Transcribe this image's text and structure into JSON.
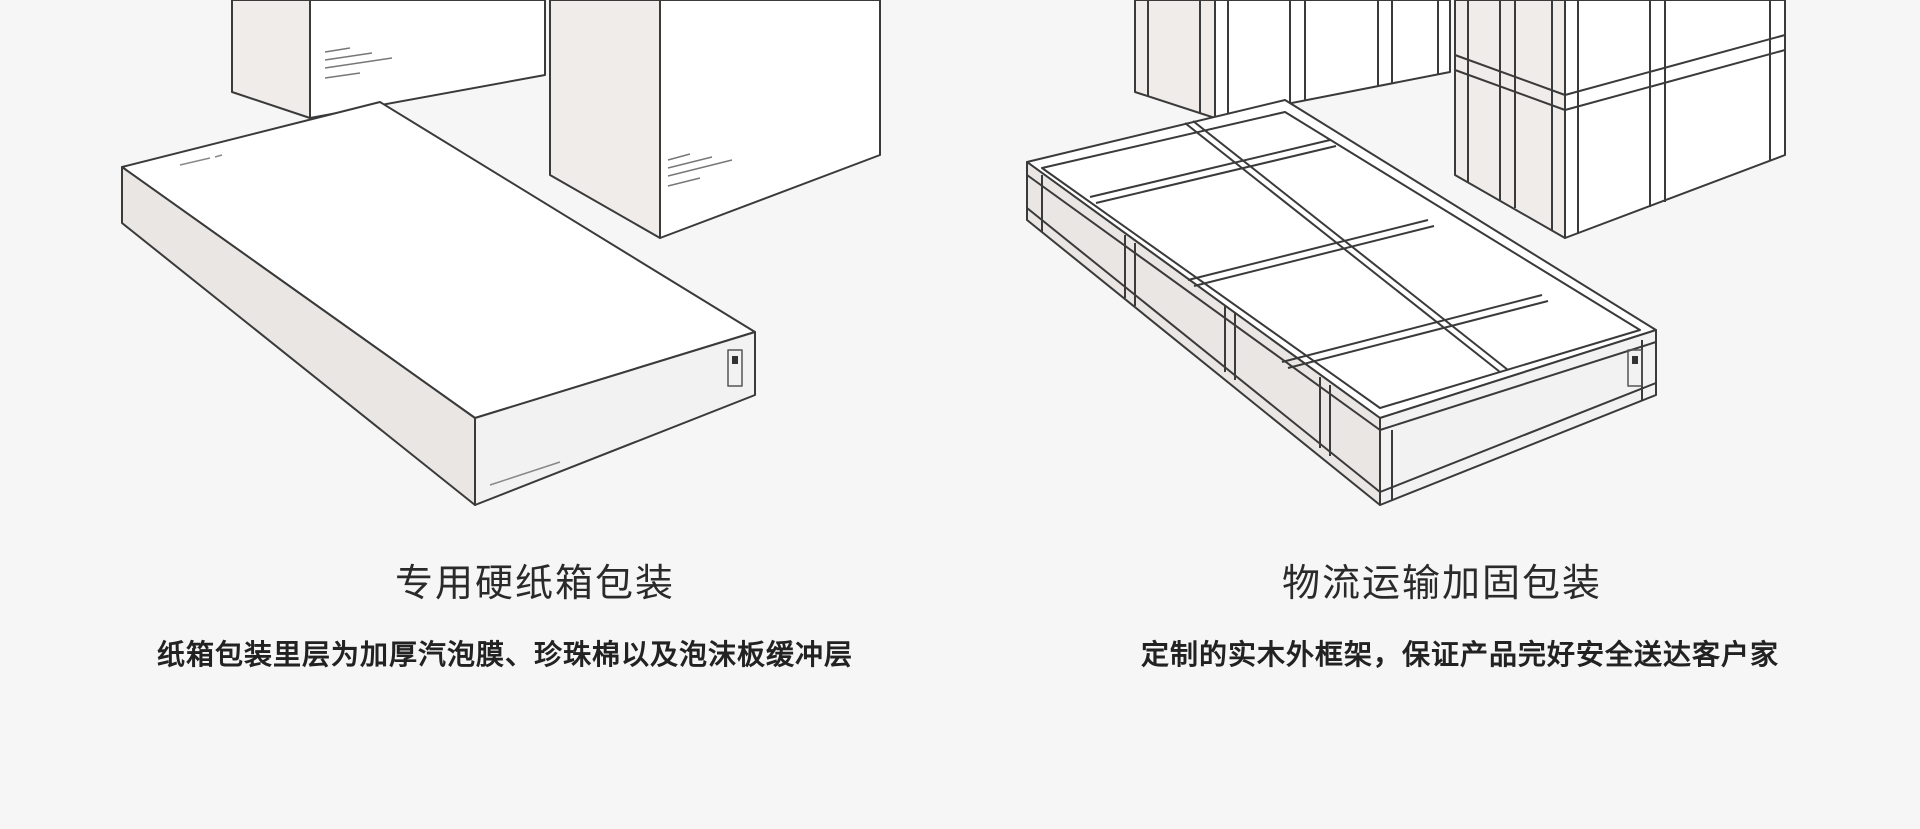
{
  "panels": [
    {
      "title": "专用硬纸箱包装",
      "description": "纸箱包装里层为加厚汽泡膜、珍珠棉以及泡沫板缓冲层"
    },
    {
      "title": "物流运输加固包装",
      "description": "定制的实木外框架，保证产品完好安全送达客户家"
    }
  ],
  "icons": {
    "left": "cardboard-box-illustration",
    "right": "wooden-crate-illustration"
  },
  "colors": {
    "background": "#f6f6f6",
    "box_side": "#f0ecea",
    "box_face": "#ffffff",
    "line": "#3a3a3a",
    "title_text": "#2a2a2a"
  }
}
